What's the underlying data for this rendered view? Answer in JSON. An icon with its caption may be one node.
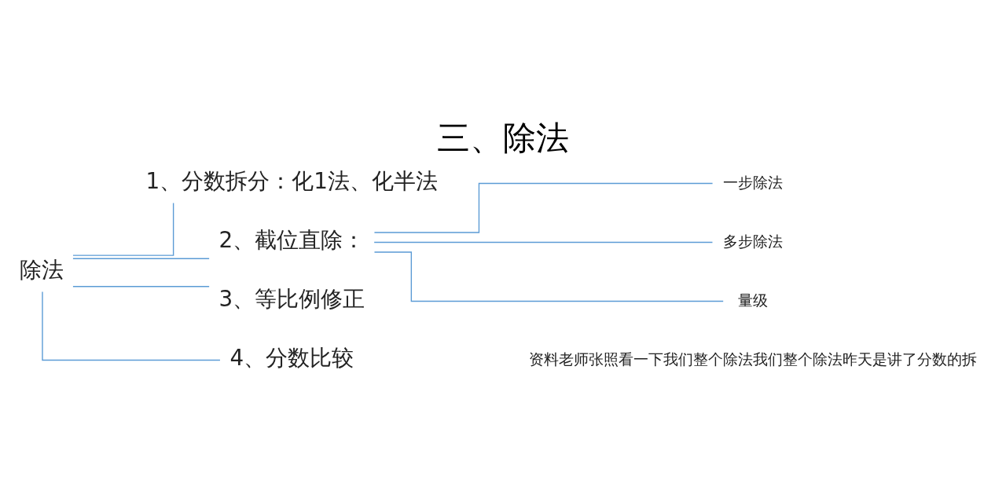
{
  "diagram": {
    "title": "三、除法",
    "nodes": [
      {
        "text": [
          "除法"
        ]
      },
      {
        "text": [
          "1、分数拆分：化1法、化半法"
        ]
      },
      {
        "text": [
          "2、截位直除："
        ]
      },
      {
        "text": [
          "一步除法"
        ]
      },
      {
        "text": [
          "多步除法"
        ]
      },
      {
        "text": [
          "量级"
        ]
      },
      {
        "text": [
          "3、等比例修正"
        ]
      },
      {
        "text": [
          "4、分数比较"
        ]
      }
    ],
    "edges": [
      {
        "from": 0,
        "to": 1,
        "arrow": "none",
        "color": "#5b9bd5"
      },
      {
        "from": 0,
        "to": 2,
        "arrow": "none",
        "color": "#5b9bd5"
      },
      {
        "from": 0,
        "to": 6,
        "arrow": "none",
        "color": "#5b9bd5"
      },
      {
        "from": 0,
        "to": 7,
        "arrow": "none",
        "color": "#5b9bd5"
      },
      {
        "from": 2,
        "to": 3,
        "arrow": "none",
        "color": "#5b9bd5"
      },
      {
        "from": 2,
        "to": 4,
        "arrow": "none",
        "color": "#5b9bd5"
      },
      {
        "from": 2,
        "to": 5,
        "arrow": "none",
        "color": "#5b9bd5"
      }
    ],
    "labels": [
      "资料老师张照看一下我们整个除法我们整个除法昨天是讲了分数的拆"
    ]
  }
}
